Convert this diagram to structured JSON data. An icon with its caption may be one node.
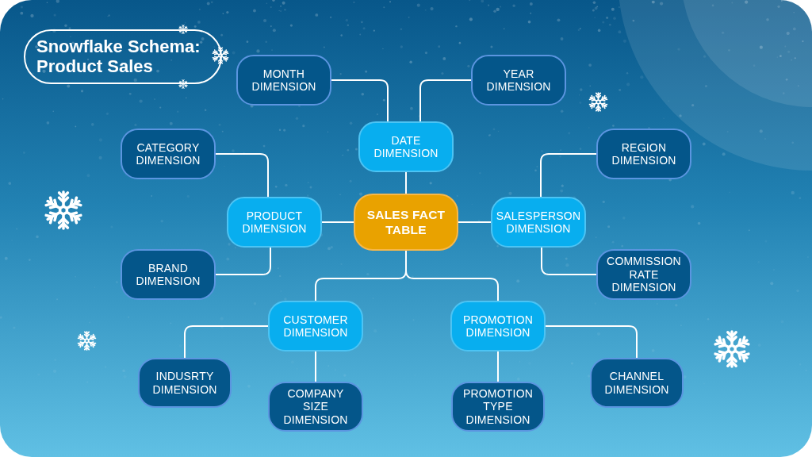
{
  "diagram": {
    "title": "Snowflake Schema: Product Sales",
    "nodes": [
      {
        "text": [
          "MONTH DIMENSION"
        ]
      },
      {
        "text": [
          "YEAR DIMENSION"
        ]
      },
      {
        "text": [
          "DATE DIMENSION"
        ]
      },
      {
        "text": [
          "CATEGORY DIMENSION"
        ]
      },
      {
        "text": [
          "REGION DIMENSION"
        ]
      },
      {
        "text": [
          "PRODUCT DIMENSION"
        ]
      },
      {
        "text": [
          "SALES FACT TABLE"
        ]
      },
      {
        "text": [
          "SALESPERSON DIMENSION"
        ]
      },
      {
        "text": [
          "BRAND DIMENSION"
        ]
      },
      {
        "text": [
          "COMMISSION RATE DIMENSION"
        ]
      },
      {
        "text": [
          "CUSTOMER DIMENSION"
        ]
      },
      {
        "text": [
          "PROMOTION DIMENSION"
        ]
      },
      {
        "text": [
          "INDUSRTY DIMENSION"
        ]
      },
      {
        "text": [
          "COMPANY SIZE DIMENSION"
        ]
      },
      {
        "text": [
          "PROMOTION TYPE DIMENSION"
        ]
      },
      {
        "text": [
          "CHANNEL DIMENSION"
        ]
      }
    ],
    "edges": [
      {
        "from": 6,
        "to": 2,
        "arrow": "none"
      },
      {
        "from": 2,
        "to": 0,
        "arrow": "none"
      },
      {
        "from": 2,
        "to": 1,
        "arrow": "none"
      },
      {
        "from": 6,
        "to": 5,
        "arrow": "none"
      },
      {
        "from": 5,
        "to": 3,
        "arrow": "none"
      },
      {
        "from": 5,
        "to": 8,
        "arrow": "none"
      },
      {
        "from": 6,
        "to": 7,
        "arrow": "none"
      },
      {
        "from": 7,
        "to": 4,
        "arrow": "none"
      },
      {
        "from": 7,
        "to": 9,
        "arrow": "none"
      },
      {
        "from": 6,
        "to": 10,
        "arrow": "none"
      },
      {
        "from": 6,
        "to": 11,
        "arrow": "none"
      },
      {
        "from": 10,
        "to": 12,
        "arrow": "none"
      },
      {
        "from": 10,
        "to": 13,
        "arrow": "none"
      },
      {
        "from": 11,
        "to": 14,
        "arrow": "none"
      },
      {
        "from": 11,
        "to": 15,
        "arrow": "none"
      }
    ]
  }
}
